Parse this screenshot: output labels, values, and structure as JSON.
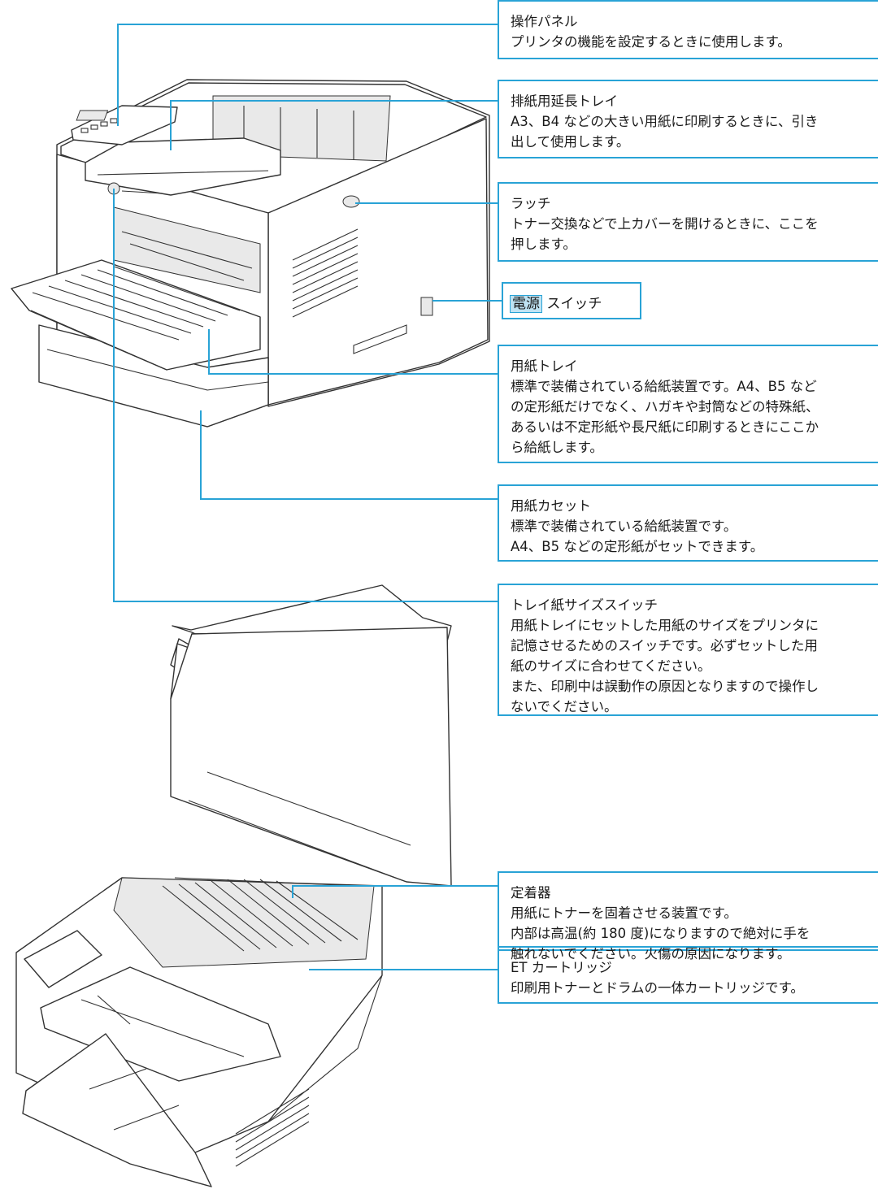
{
  "callouts": {
    "control_panel": {
      "title": "操作パネル",
      "body": "プリンタの機能を設定するときに使用します。"
    },
    "output_tray_ext": {
      "title": "排紙用延長トレイ",
      "body": "A3、B4 などの大きい用紙に印刷するときに、引き\n出して使用します。"
    },
    "latch": {
      "title": "ラッチ",
      "body": "トナー交換などで上カバーを開けるときに、ここを\n押します。"
    },
    "power": {
      "highlight": "電源",
      "rest": "スイッチ"
    },
    "paper_tray": {
      "title": "用紙トレイ",
      "body": "標準で装備されている給紙装置です。A4、B5 など\nの定形紙だけでなく、ハガキや封筒などの特殊紙、\nあるいは不定形紙や長尺紙に印刷するときにここか\nら給紙します。"
    },
    "cassette": {
      "title": "用紙カセット",
      "body": "標準で装備されている給紙装置です。\nA4、B5 などの定形紙がセットできます。"
    },
    "size_switch": {
      "title": "トレイ紙サイズスイッチ",
      "body": "用紙トレイにセットした用紙のサイズをプリンタに\n記憶させるためのスイッチです。必ずセットした用\n紙のサイズに合わせてください。\nまた、印刷中は誤動作の原因となりますので操作し\nないでください。"
    },
    "fuser": {
      "title": "定着器",
      "body": "用紙にトナーを固着させる装置です。\n内部は高温(約 180 度)になりますので絶対に手を\n触れないでください。火傷の原因になります。"
    },
    "et_cartridge": {
      "title": "ET カートリッジ",
      "body": "印刷用トナーとドラムの一体カートリッジです。"
    }
  },
  "colors": {
    "accent": "#29a3d6",
    "highlight_bg": "#bfe3f3",
    "line_art": "#333333"
  }
}
